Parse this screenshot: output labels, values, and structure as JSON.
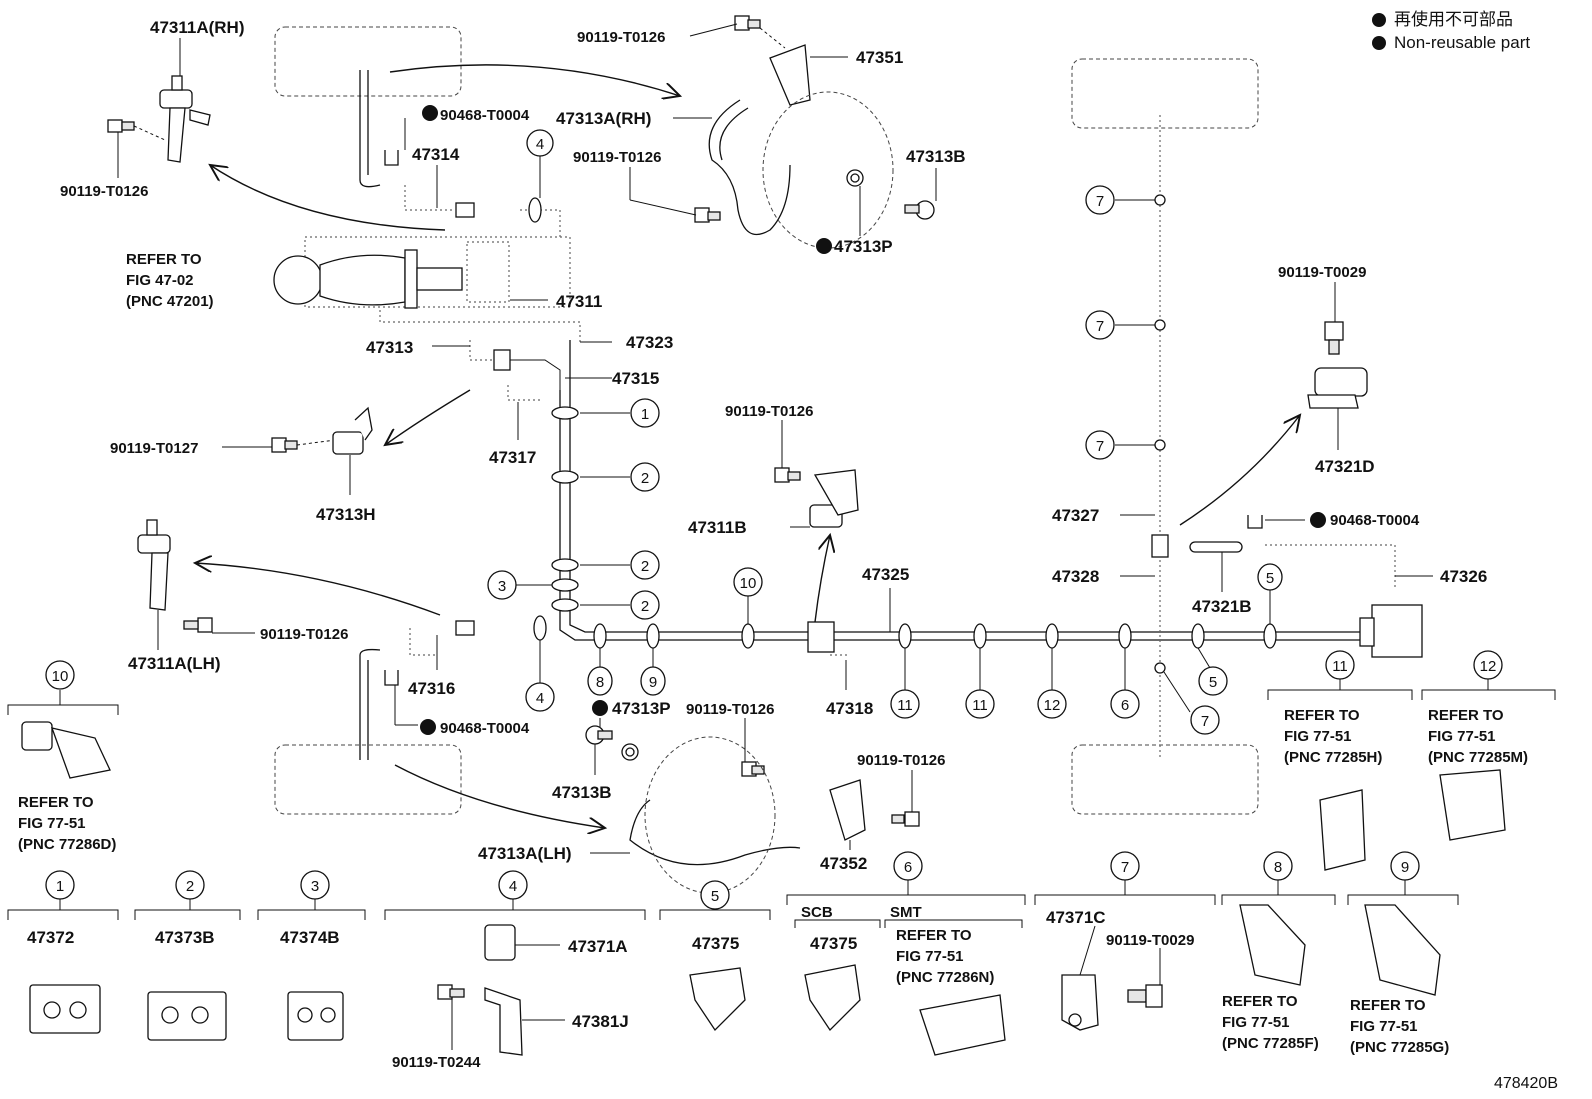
{
  "legend": {
    "line1": "再使用不可部品",
    "line2": "Non-reusable part"
  },
  "figure_id": "478420B",
  "labels": {
    "p47311A_RH": "47311A(RH)",
    "p90119_T0126_a": "90119-T0126",
    "p90468_T0004_a": "90468-T0004",
    "p47314": "47314",
    "p47351": "47351",
    "p47313A_RH": "47313A(RH)",
    "p90119_T0126_b": "90119-T0126",
    "p90119_T0126_c": "90119-T0126",
    "p47313B_top": "47313B",
    "p47313P_top": "47313P",
    "refer_fig4702_1": "REFER TO",
    "refer_fig4702_2": "FIG 47-02",
    "refer_fig4702_3": "(PNC 47201)",
    "p47311": "47311",
    "p47313": "47313",
    "p47323": "47323",
    "p47315": "47315",
    "p90119_T0127": "90119-T0127",
    "p47317": "47317",
    "p47313H": "47313H",
    "p90119_T0126_d": "90119-T0126",
    "p47311B": "47311B",
    "p47325": "47325",
    "p47311A_LH": "47311A(LH)",
    "p90119_T0126_e": "90119-T0126",
    "p47316": "47316",
    "p90468_T0004_b": "90468-T0004",
    "p47318": "47318",
    "p47313P_bot": "47313P",
    "p90119_T0126_f": "90119-T0126",
    "p47313B_bot": "47313B",
    "p90119_T0126_g": "90119-T0126",
    "p47313A_LH": "47313A(LH)",
    "p47352": "47352",
    "p90119_T0029_a": "90119-T0029",
    "p47321D": "47321D",
    "p47327": "47327",
    "p90468_T0004_c": "90468-T0004",
    "p47328": "47328",
    "p47321B": "47321B",
    "p47326": "47326"
  },
  "callouts": {
    "c1": "1",
    "c2a": "2",
    "c2b": "2",
    "c2c": "2",
    "c3": "3",
    "c4a": "4",
    "c4b": "4",
    "c5a": "5",
    "c5b": "5",
    "c6": "6",
    "c7a": "7",
    "c7b": "7",
    "c7c": "7",
    "c7d": "7",
    "c8": "8",
    "c9": "9",
    "c10": "10",
    "c11a": "11",
    "c11b": "11",
    "c12": "12"
  },
  "detail_boxes": [
    {
      "num": "10",
      "refer": [
        "REFER TO",
        "FIG 77-51",
        "(PNC 77286D)"
      ]
    },
    {
      "num": "11",
      "refer": [
        "REFER TO",
        "FIG 77-51",
        "(PNC 77285H)"
      ]
    },
    {
      "num": "12",
      "refer": [
        "REFER TO",
        "FIG 77-51",
        "(PNC 77285M)"
      ]
    },
    {
      "num": "1",
      "part": "47372"
    },
    {
      "num": "2",
      "part": "47373B"
    },
    {
      "num": "3",
      "part": "47374B"
    },
    {
      "num": "4",
      "part_a": "47371A",
      "part_b": "47381J",
      "bolt": "90119-T0244"
    },
    {
      "num": "5",
      "part": "47375"
    },
    {
      "num": "6",
      "scb": "SCB",
      "smt": "SMT",
      "part": "47375",
      "refer": [
        "REFER TO",
        "FIG 77-51",
        "(PNC 77286N)"
      ]
    },
    {
      "num": "7",
      "part": "47371C",
      "bolt": "90119-T0029"
    },
    {
      "num": "8",
      "refer": [
        "REFER TO",
        "FIG 77-51",
        "(PNC 77285F)"
      ]
    },
    {
      "num": "9",
      "refer": [
        "REFER TO",
        "FIG 77-51",
        "(PNC 77285G)"
      ]
    }
  ]
}
